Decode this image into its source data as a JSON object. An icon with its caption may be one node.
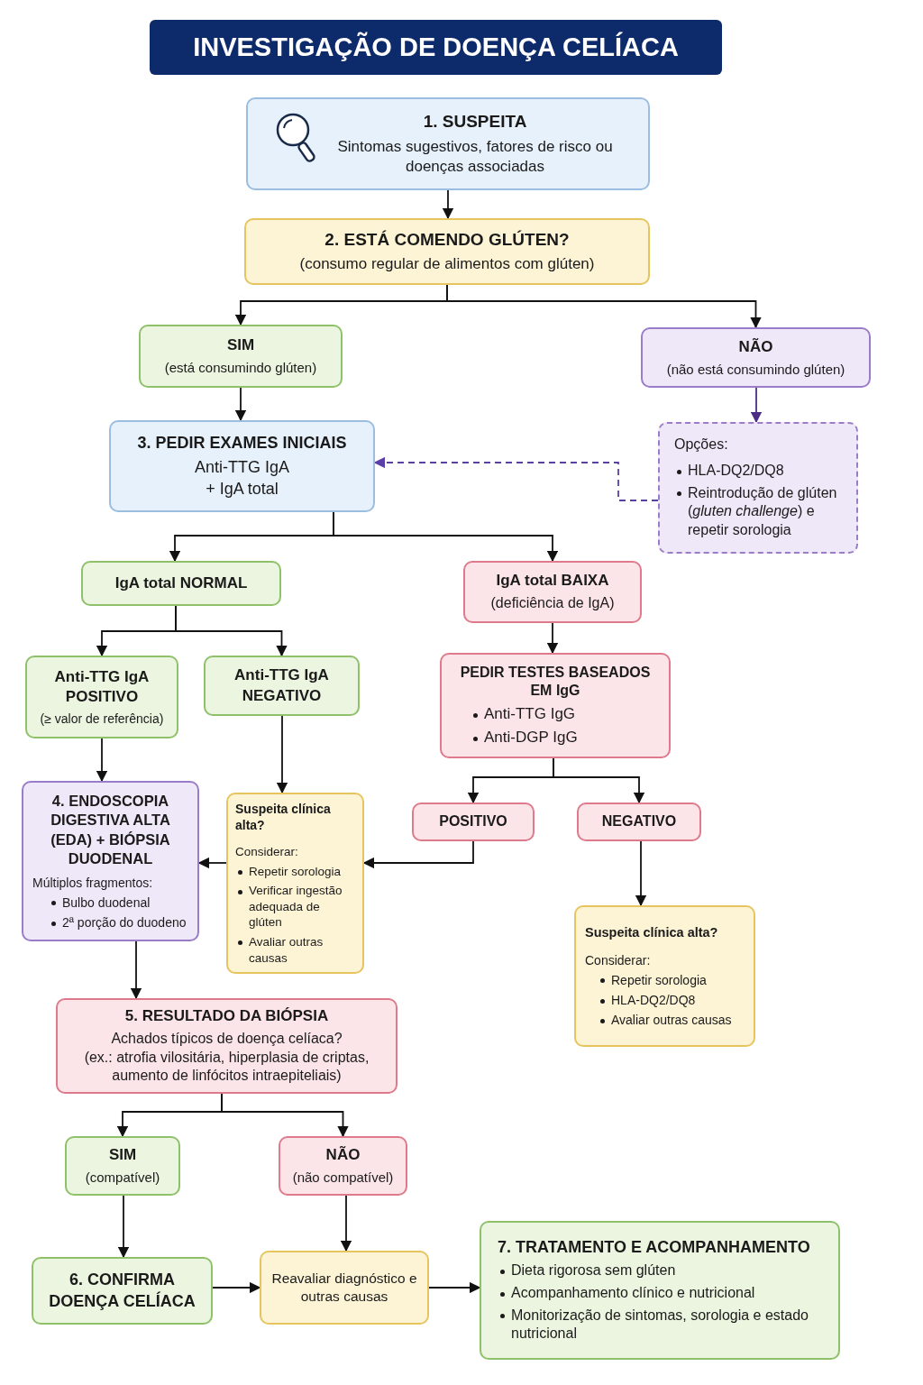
{
  "diagram": {
    "title": "INVESTIGAÇÃO DE DOENÇA CELÍACA",
    "nodes": [
      {
        "text": [
          "1. SUSPEITA",
          "Sintomas sugestivos, fatores de risco ou doenças associadas"
        ]
      },
      {
        "text": [
          "2. ESTÁ COMENDO GLÚTEN?",
          "(consumo regular de alimentos com glúten)"
        ]
      },
      {
        "text": [
          "SIM",
          "(está consumindo glúten)"
        ]
      },
      {
        "text": [
          "NÃO",
          "(não está consumindo glúten)"
        ]
      },
      {
        "text": [
          "3. PEDIR EXAMES INICIAIS",
          "Anti-TTG IgA",
          "+ IgA total"
        ]
      },
      {
        "text": [
          "Opções:",
          "HLA-DQ2/DQ8",
          "Reintrodução de glúten (*gluten challenge*) e repetir sorologia"
        ]
      },
      {
        "text": [
          "IgA total NORMAL"
        ]
      },
      {
        "text": [
          "IgA total BAIXA",
          "(deficiência de IgA)"
        ]
      },
      {
        "text": [
          "Anti-TTG IgA POSITIVO",
          "(≥ valor de referência)"
        ]
      },
      {
        "text": [
          "Anti-TTG IgA NEGATIVO"
        ]
      },
      {
        "text": [
          "PEDIR TESTES BASEADOS EM IgG",
          "Anti-TTG IgG",
          "Anti-DGP IgG"
        ]
      },
      {
        "text": [
          "4. ENDOSCOPIA DIGESTIVA ALTA (EDA) + BIÓPSIA DUODENAL",
          "Múltiplos fragmentos:",
          "Bulbo duodenal",
          "2ª porção do duodeno"
        ]
      },
      {
        "text": [
          "Suspeita clínica alta?",
          "Considerar:",
          "Repetir sorologia",
          "Verificar ingestão adequada de glúten",
          "Avaliar outras causas"
        ]
      },
      {
        "text": [
          "POSITIVO"
        ]
      },
      {
        "text": [
          "NEGATIVO"
        ]
      },
      {
        "text": [
          "Suspeita clínica alta?",
          "Considerar:",
          "Repetir sorologia",
          "HLA-DQ2/DQ8",
          "Avaliar outras causas"
        ]
      },
      {
        "text": [
          "5. RESULTADO DA BIÓPSIA",
          "Achados típicos de doença celíaca?",
          "(ex.: atrofia vilositária, hiperplasia de criptas, aumento de linfócitos intraepiteliais)"
        ]
      },
      {
        "text": [
          "SIM",
          "(compatível)"
        ]
      },
      {
        "text": [
          "NÃO",
          "(não compatível)"
        ]
      },
      {
        "text": [
          "6. CONFIRMA DOENÇA CELÍACA"
        ]
      },
      {
        "text": [
          "Reavaliar diagnóstico e outras causas"
        ]
      },
      {
        "text": [
          "7. TRATAMENTO E ACOMPANHAMENTO",
          "Dieta rigorosa sem glúten",
          "Acompanhamento clínico e nutricional",
          "Monitorização de sintomas, sorologia e estado nutricional"
        ]
      }
    ],
    "edges": [
      {
        "from": 0,
        "to": 1,
        "arrow": "to"
      },
      {
        "from": 1,
        "to": 2,
        "arrow": "to"
      },
      {
        "from": 1,
        "to": 3,
        "arrow": "to"
      },
      {
        "from": 2,
        "to": 4,
        "arrow": "to"
      },
      {
        "from": 3,
        "to": 5,
        "arrow": "to",
        "color": "#4b2e83"
      },
      {
        "from": 5,
        "to": 4,
        "arrow": "to",
        "style": "dashed",
        "color": "#5b3fa8"
      },
      {
        "from": 4,
        "to": 6,
        "arrow": "to"
      },
      {
        "from": 4,
        "to": 7,
        "arrow": "to"
      },
      {
        "from": 6,
        "to": 8,
        "arrow": "to"
      },
      {
        "from": 6,
        "to": 9,
        "arrow": "to"
      },
      {
        "from": 7,
        "to": 10,
        "arrow": "to"
      },
      {
        "from": 8,
        "to": 11,
        "arrow": "to"
      },
      {
        "from": 9,
        "to": 12,
        "arrow": "to"
      },
      {
        "from": 10,
        "to": 13,
        "arrow": "to"
      },
      {
        "from": 10,
        "to": 14,
        "arrow": "to"
      },
      {
        "from": 13,
        "to": 12,
        "arrow": "to"
      },
      {
        "from": 12,
        "to": 11,
        "arrow": "to"
      },
      {
        "from": 14,
        "to": 15,
        "arrow": "to"
      },
      {
        "from": 11,
        "to": 16,
        "arrow": "to"
      },
      {
        "from": 16,
        "to": 17,
        "arrow": "to"
      },
      {
        "from": 16,
        "to": 18,
        "arrow": "to"
      },
      {
        "from": 17,
        "to": 19,
        "arrow": "to"
      },
      {
        "from": 18,
        "to": 20,
        "arrow": "to"
      },
      {
        "from": 19,
        "to": 20,
        "arrow": "to"
      },
      {
        "from": 20,
        "to": 21,
        "arrow": "to"
      }
    ]
  }
}
